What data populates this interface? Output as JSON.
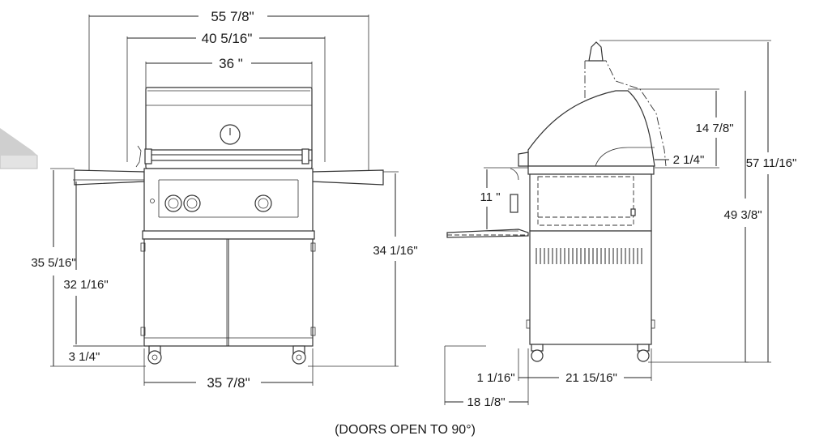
{
  "front_view": {
    "overall_width": "55 7/8\"",
    "firebox_width": "40 5/16\"",
    "grill_width": "36 \"",
    "total_height": "35 5/16\"",
    "cooking_height": "32 1/16\"",
    "shelf_height": "34 1/16\"",
    "caster_height": "3 1/4\"",
    "cart_width": "35 7/8\""
  },
  "side_view": {
    "hood_open_height": "57 11/16\"",
    "hood_closed_height": "49 3/8\"",
    "hood_depth": "14 7/8\"",
    "hood_offset": "2 1/4\"",
    "firebox_depth": "11 \"",
    "caster_offset": "1 1/16\"",
    "cart_depth": "21 15/16\"",
    "shelf_depth": "18 1/8\""
  },
  "caption": "(DOORS OPEN TO 90°)",
  "colors": {
    "line": "#222222",
    "fill": "#ffffff",
    "shelf_thumb": "#d9d9d9"
  }
}
